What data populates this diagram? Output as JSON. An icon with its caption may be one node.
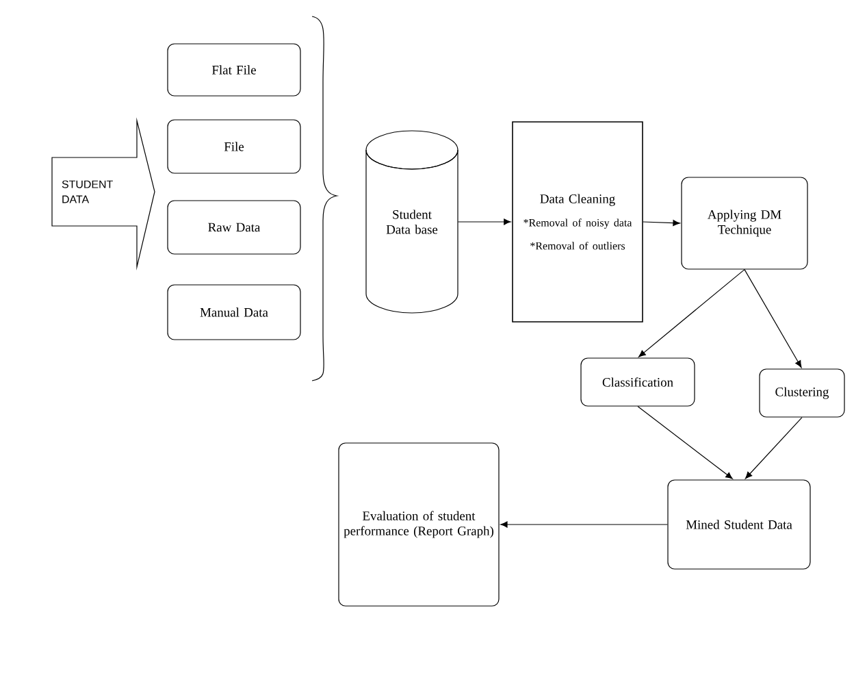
{
  "diagram": {
    "nodes": [
      {
        "text": [
          "STUDENT DATA"
        ]
      },
      {
        "text": [
          "Flat File"
        ]
      },
      {
        "text": [
          "File"
        ]
      },
      {
        "text": [
          "Raw Data"
        ]
      },
      {
        "text": [
          "Manual Data"
        ]
      },
      {
        "text": [
          "Student Data base"
        ]
      },
      {
        "text": [
          "Data Cleaning",
          "*Removal of noisy data",
          "*Removal of outliers"
        ]
      },
      {
        "text": [
          "Applying DM Technique"
        ]
      },
      {
        "text": [
          "Classification"
        ]
      },
      {
        "text": [
          "Clustering"
        ]
      },
      {
        "text": [
          "Mined Student Data"
        ]
      },
      {
        "text": [
          "Evaluation of student performance (Report Graph)"
        ]
      }
    ],
    "edges": [
      {
        "from": 5,
        "to": 6,
        "arrow": "to"
      },
      {
        "from": 6,
        "to": 7,
        "arrow": "to"
      },
      {
        "from": 7,
        "to": 8,
        "arrow": "to"
      },
      {
        "from": 7,
        "to": 9,
        "arrow": "to"
      },
      {
        "from": 8,
        "to": 10,
        "arrow": "to"
      },
      {
        "from": 9,
        "to": 10,
        "arrow": "to"
      },
      {
        "from": 10,
        "to": 11,
        "arrow": "to"
      }
    ]
  }
}
